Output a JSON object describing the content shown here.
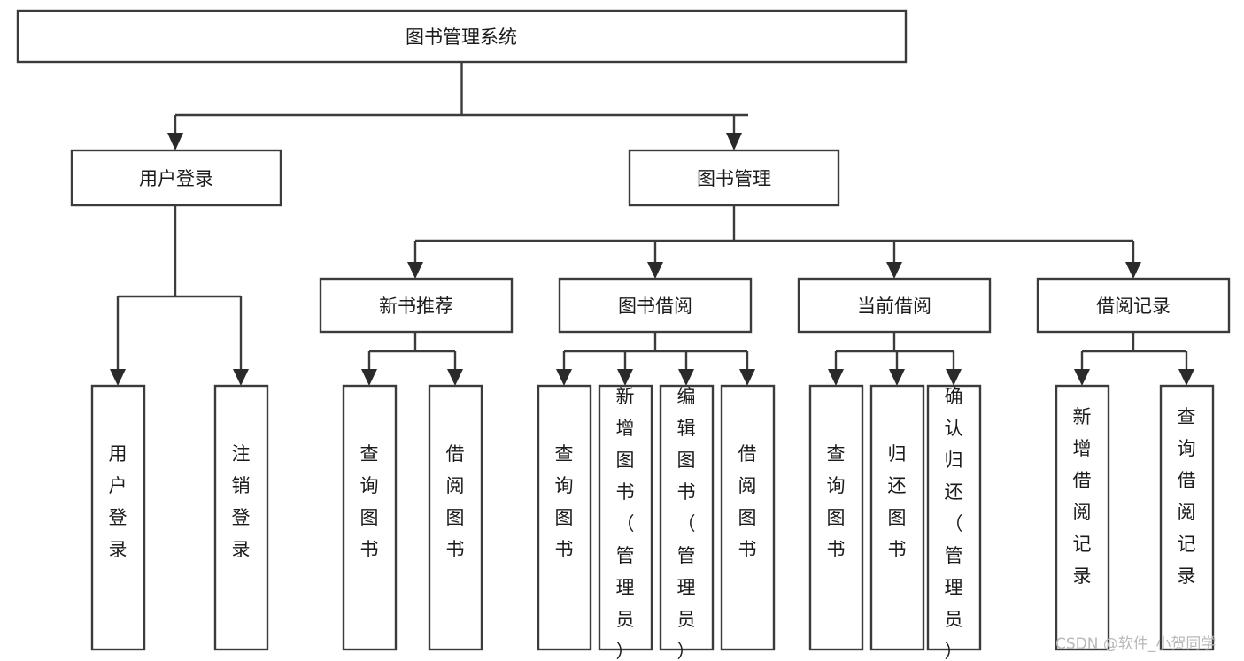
{
  "diagram": {
    "title": "图书管理系统",
    "type": "tree",
    "orientation": "top-down",
    "colors": {
      "box_fill": "#ffffff",
      "box_stroke": "#3b3b3b",
      "text": "#1b1b1b",
      "connector": "#3b3b3b",
      "arrow": "#2a2a2a",
      "watermark": "#b9b9b9",
      "background": "#ffffff"
    },
    "root": {
      "label": "图书管理系统"
    },
    "level2": [
      {
        "label": "用户登录"
      },
      {
        "label": "图书管理"
      }
    ],
    "level3": [
      {
        "label": "新书推荐"
      },
      {
        "label": "图书借阅"
      },
      {
        "label": "当前借阅"
      },
      {
        "label": "借阅记录"
      }
    ],
    "leaves": {
      "user_login": [
        {
          "label": "用户登录"
        },
        {
          "label": "注销登录"
        }
      ],
      "new_book_recommend": [
        {
          "label": "查询图书"
        },
        {
          "label": "借阅图书"
        }
      ],
      "book_borrow": [
        {
          "label": "查询图书"
        },
        {
          "label": "新增图书（管理员）"
        },
        {
          "label": "编辑图书（管理员）"
        },
        {
          "label": "借阅图书"
        }
      ],
      "current_borrow": [
        {
          "label": "查询图书"
        },
        {
          "label": "归还图书"
        },
        {
          "label": "确认归还（管理员）"
        }
      ],
      "borrow_record": [
        {
          "label": "新增借阅记录"
        },
        {
          "label": "查询借阅记录"
        }
      ]
    }
  },
  "watermark": {
    "text": "CSDN @软件_小贺同学"
  }
}
